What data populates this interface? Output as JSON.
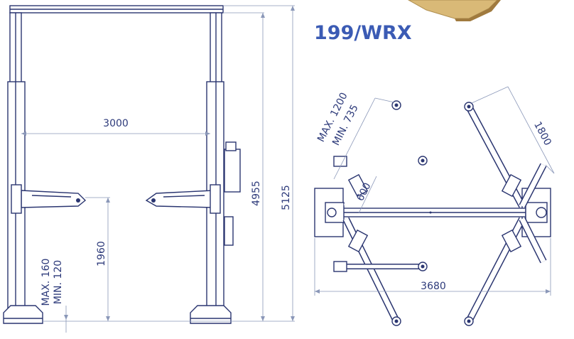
{
  "model": "199/WRX",
  "front_view": {
    "width": "3000",
    "height_arms": "1960",
    "height_column": "4955",
    "height_total": "5125",
    "pad_max": "MAX. 160",
    "pad_min": "MIN. 120"
  },
  "top_view": {
    "base_length": "3680",
    "arm_max": "MAX. 1200",
    "arm_min": "MIN. 735",
    "arm_short": "600",
    "arm_length": "1800"
  },
  "colors": {
    "line": "#2a3570",
    "dimension": "#8a97b8",
    "model_text": "#3b5bb4",
    "box_wood": "#d9b977"
  }
}
